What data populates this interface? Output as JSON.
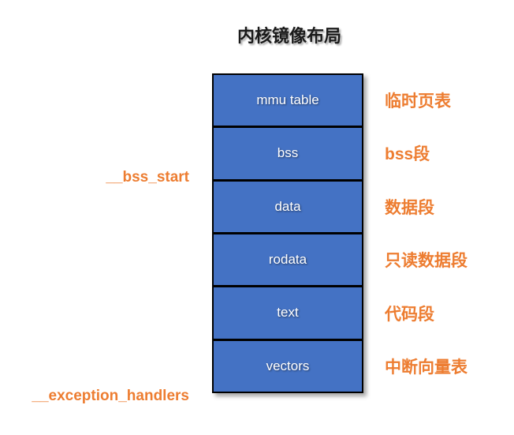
{
  "title": "内核镜像布局",
  "colors": {
    "segment_fill": "#4472C4",
    "segment_border": "#000000",
    "segment_text": "#FFFFFF",
    "annotation_text": "#ED7D31",
    "title_text": "#1A1A1A",
    "background": "#FFFFFF"
  },
  "stack": {
    "sections": [
      {
        "label": "mmu table",
        "annotation": "临时页表"
      },
      {
        "label": "bss",
        "annotation": "bss段"
      },
      {
        "label": "data",
        "annotation": "数据段"
      },
      {
        "label": "rodata",
        "annotation": "只读数据段"
      },
      {
        "label": "text",
        "annotation": "代码段"
      },
      {
        "label": "vectors",
        "annotation": "中断向量表"
      }
    ]
  },
  "markers": {
    "bss_start": "__bss_start",
    "exception_handlers": "__exception_handlers"
  }
}
